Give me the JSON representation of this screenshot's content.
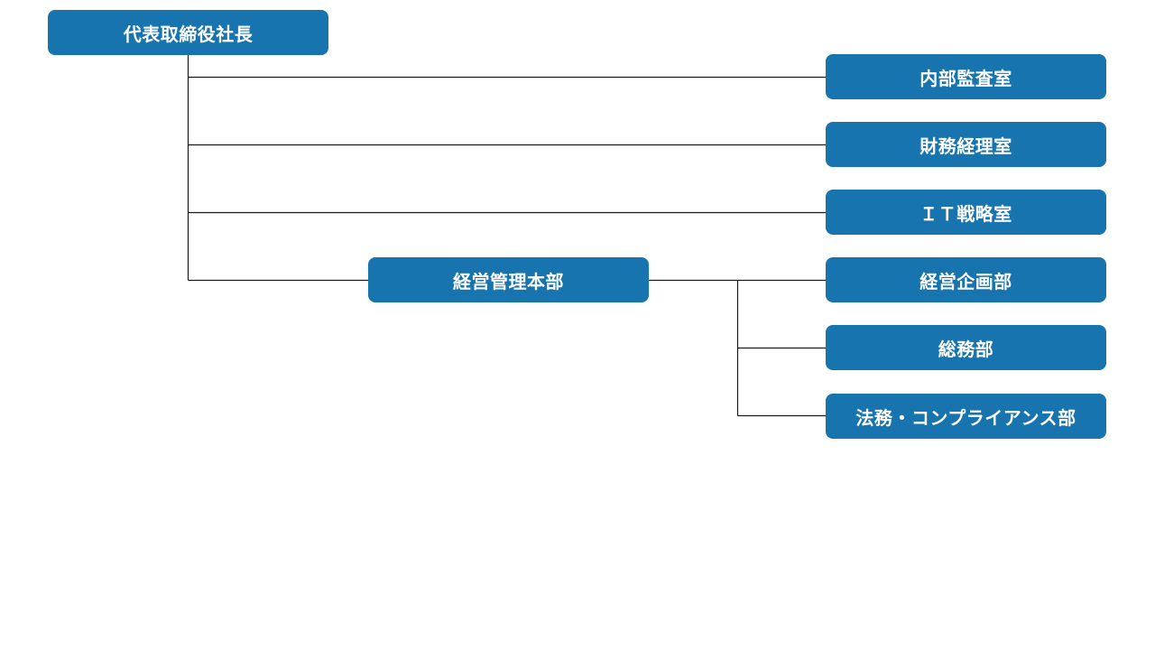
{
  "colors": {
    "node_fill": "#1774ae",
    "node_text": "#ffffff",
    "connector": "#1a1a1a",
    "background": "#ffffff"
  },
  "org_chart": {
    "ceo": "代表取締役社長",
    "direct_units": [
      "内部監査室",
      "財務経理室",
      "ＩＴ戦略室"
    ],
    "headquarters": {
      "name": "経営管理本部",
      "departments": [
        "経営企画部",
        "総務部",
        "法務・コンプライアンス部"
      ]
    }
  }
}
